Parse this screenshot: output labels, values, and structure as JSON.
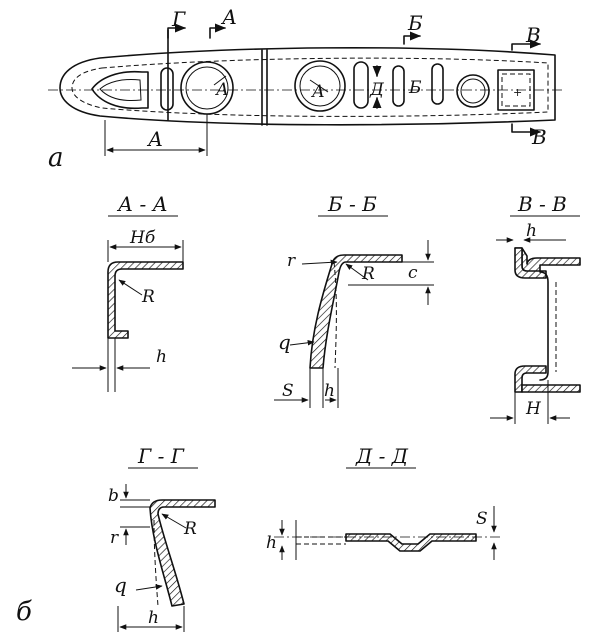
{
  "figure": {
    "part_label_a": "а",
    "part_label_b": "б"
  },
  "rib_view": {
    "cut_G": "Г",
    "cut_A": "А",
    "cut_B": "Б",
    "cut_V": "В",
    "cut_V_bottom": "В",
    "hole_A": "А",
    "hole_A2": "А",
    "hole_D": "Д",
    "slot_B": "Б",
    "dim_A": "А"
  },
  "sections": {
    "aa": {
      "title": "А - А",
      "dim_top": "Нб",
      "radius": "R",
      "thickness": "h"
    },
    "bb": {
      "title": "Б - Б",
      "r": "r",
      "radius": "R",
      "c": "c",
      "q": "q",
      "s": "S",
      "h": "h"
    },
    "vv": {
      "title": "В - В",
      "h": "h",
      "H": "H"
    },
    "gg": {
      "title": "Г - Г",
      "b": "b",
      "r": "r",
      "radius": "R",
      "q": "q",
      "h": "h"
    },
    "dd": {
      "title": "Д - Д",
      "h": "h",
      "s": "S"
    }
  }
}
